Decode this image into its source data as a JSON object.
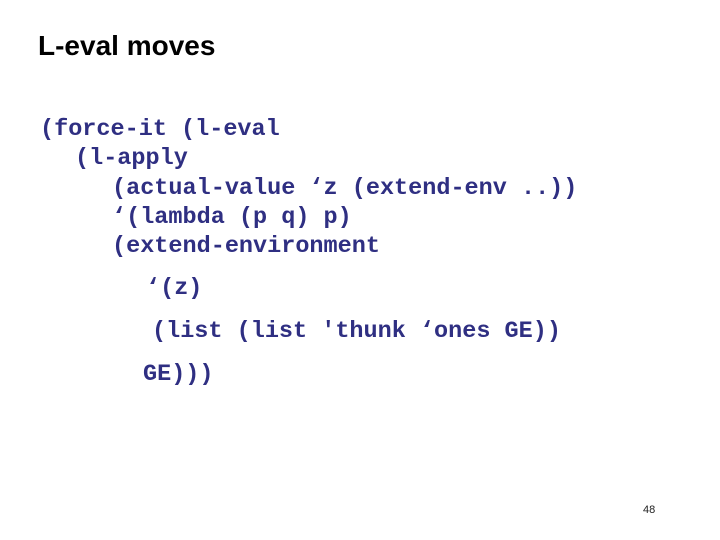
{
  "slide": {
    "title": "L-eval moves"
  },
  "code": {
    "color": "#2f2f82",
    "lines": [
      "(force-it (l-eval",
      "(l-apply",
      "(actual-value ‘z (extend-env ..))",
      "‘(lambda (p q) p)",
      "(extend-environment",
      "‘(z)",
      "(list (list 'thunk ‘ones GE))",
      "GE)))"
    ]
  },
  "footer": {
    "page_number": "48"
  }
}
